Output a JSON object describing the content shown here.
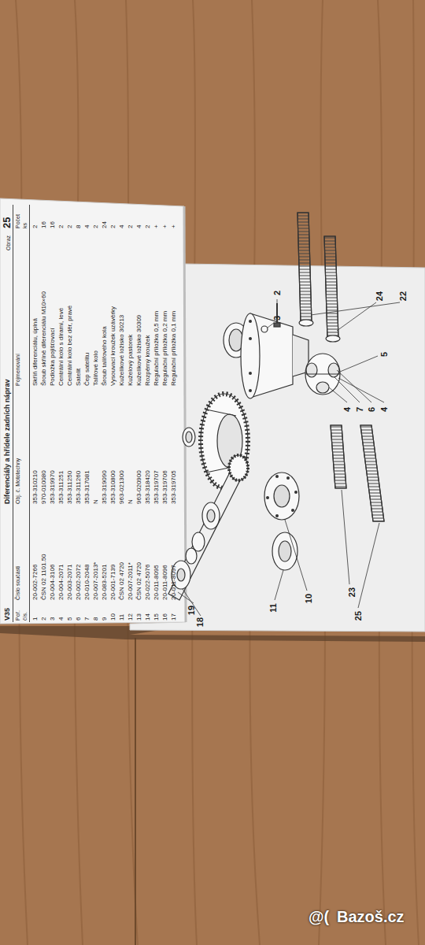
{
  "diagram": {
    "title": "Diferenciály a hřídele zadních náprav",
    "labels": [
      "V35",
      "Obraz",
      "25",
      "Poř. čís.",
      "Číslo součásti",
      "Obj. č. Mototechny",
      "Pojmenování",
      "Počet ks",
      "1",
      "20-002-7266",
      "353-310210",
      "Skříň diferenciálu, úplná",
      "2",
      "2",
      "ČSN 02 1101.50",
      "970-010080",
      "Šroub skříně diferenciálu M10×60",
      "16",
      "3",
      "20-004-3106",
      "353-319970",
      "Podložka pojišťovací",
      "16",
      "4",
      "20-004-2071",
      "353-311251",
      "Centrální kolo s dírami, levé",
      "2",
      "5",
      "20-003-2071",
      "353-311250",
      "Centrální kolo bez děr, pravé",
      "2",
      "6",
      "20-002-2072",
      "353-311260",
      "Satelit",
      "8",
      "7",
      "20-010-2048",
      "353-317081",
      "Čep satelitu",
      "4",
      "8",
      "20-007-2013*",
      "N",
      "Talířové kolo",
      "2",
      "9",
      "20-083-5201",
      "353-319090",
      "Šroub talířového kola",
      "24",
      "10",
      "20-001-7139",
      "353-310800",
      "Vysouvací kroužek uzávěrky",
      "2",
      "11",
      "ČSN 02 4720",
      "963-021300",
      "Kuželíkové ložisko 30213",
      "4",
      "12",
      "20-007-2011*",
      "N",
      "Kuželový pastorek",
      "2",
      "13",
      "ČSN 02 4720",
      "963-020900",
      "Kuželíkové ložisko 30309",
      "4",
      "14",
      "20-022-5076",
      "353-318420",
      "Rozpěrný kroužek",
      "2",
      "15",
      "20-011-8095",
      "353-319707",
      "Regulační příložka 0,5 mm",
      "+",
      "16",
      "20-011-8096",
      "353-319706",
      "Regulační příložka 0,2 mm",
      "+",
      "17",
      "20-011-8097",
      "353-319705",
      "Regulační příložka 0,1 mm",
      "+",
      "2",
      "3",
      "24",
      "22",
      "5",
      "4",
      "7",
      "6",
      "4",
      "11",
      "10",
      "23",
      "25",
      "19",
      "18",
      "@(",
      "Bazoš.cz"
    ]
  }
}
